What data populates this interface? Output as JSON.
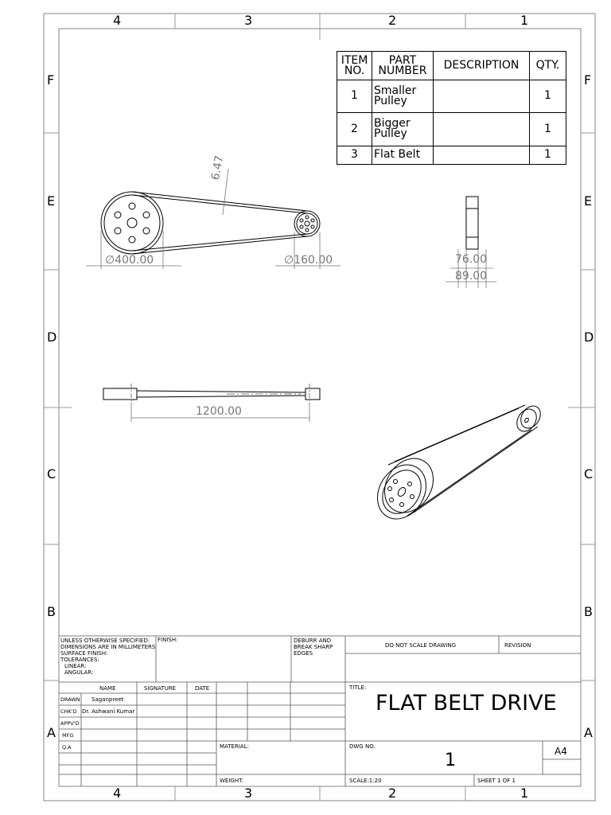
{
  "zones": {
    "columns": [
      "4",
      "3",
      "2",
      "1"
    ],
    "rows": [
      "F",
      "E",
      "D",
      "C",
      "B",
      "A"
    ]
  },
  "bom": {
    "headers": {
      "item": [
        "ITEM",
        "NO."
      ],
      "part": [
        "PART",
        "NUMBER"
      ],
      "description": "DESCRIPTION",
      "qty": "QTY."
    },
    "rows": [
      {
        "item": "1",
        "part": [
          "Smaller",
          "Pulley"
        ],
        "description": "",
        "qty": "1"
      },
      {
        "item": "2",
        "part": [
          "Bigger",
          "Pulley"
        ],
        "description": "",
        "qty": "1"
      },
      {
        "item": "3",
        "part": [
          "Flat Belt"
        ],
        "description": "",
        "qty": "1"
      }
    ]
  },
  "dimensions": {
    "belt_thickness": "6.47",
    "big_pulley_dia": "∅400.00",
    "small_pulley_dia": "∅160.00",
    "width_inner": "76.00",
    "width_outer": "89.00",
    "center_distance": "1200.00"
  },
  "title_block": {
    "notes": [
      "UNLESS OTHERWISE SPECIFIED:",
      "DIMENSIONS ARE IN MILLIMETERS",
      "SURFACE FINISH:",
      "TOLERANCES:",
      "LINEAR:",
      "ANGULAR:"
    ],
    "finish_label": "FINISH:",
    "deburr": [
      "DEBURR AND",
      "BREAK SHARP",
      "EDGES"
    ],
    "do_not_scale": "DO NOT SCALE DRAWING",
    "revision_label": "REVISION",
    "col_name": "NAME",
    "col_signature": "SIGNATURE",
    "col_date": "DATE",
    "drawn_label": "DRAWN",
    "drawn_name": "Saganpreet",
    "checked_label": "CHK'D",
    "checked_name": "Dr. Ashwani Kumar",
    "approved_label": "APPV'D",
    "mfg_label": "MFG",
    "qa_label": "Q.A",
    "title_label": "TITLE:",
    "title": "FLAT BELT DRIVE",
    "material_label": "MATERIAL:",
    "weight_label": "WEIGHT:",
    "dwg_no_label": "DWG NO.",
    "dwg_no": "1",
    "size": "A4",
    "scale": "SCALE:1:20",
    "sheet": "SHEET 1 OF 1"
  }
}
